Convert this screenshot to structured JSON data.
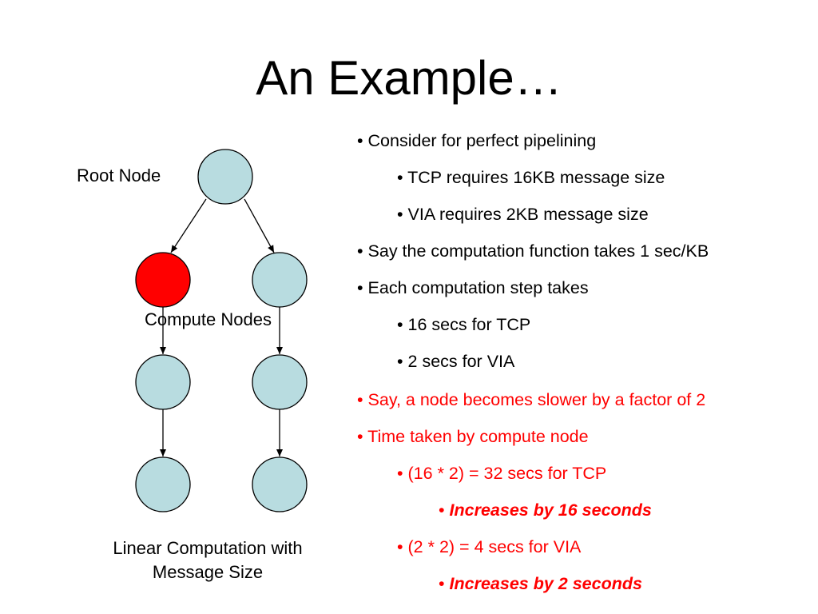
{
  "title": "An Example…",
  "diagram": {
    "root_label": "Root Node",
    "compute_label": "Compute Nodes",
    "caption_line1": "Linear Computation with",
    "caption_line2": "Message Size",
    "colors": {
      "node_fill": "#b8dce0",
      "highlight_fill": "#ff0000",
      "stroke": "#000000"
    }
  },
  "bullets": [
    {
      "marker": "•",
      "text": "Consider for perfect pipelining"
    },
    {
      "marker": "•",
      "text": "TCP requires 16KB message size"
    },
    {
      "marker": "•",
      "text": "VIA requires 2KB message size"
    },
    {
      "marker": "•",
      "text": "Say the computation function takes 1 sec/KB"
    },
    {
      "marker": "•",
      "text": "Each computation step takes"
    },
    {
      "marker": "•",
      "text": "16 secs for TCP"
    },
    {
      "marker": "•",
      "text": "2 secs for VIA"
    },
    {
      "marker": "•",
      "text": "Say, a node becomes slower by a factor of 2"
    },
    {
      "marker": "•",
      "text": "Time taken by compute node"
    },
    {
      "marker": "•",
      "text": "(16 * 2) = 32 secs for TCP"
    },
    {
      "marker": "•",
      "text": "Increases by 16 seconds"
    },
    {
      "marker": "•",
      "text": "(2 * 2) = 4 secs for VIA"
    },
    {
      "marker": "•",
      "text": "Increases by 2 seconds"
    }
  ]
}
